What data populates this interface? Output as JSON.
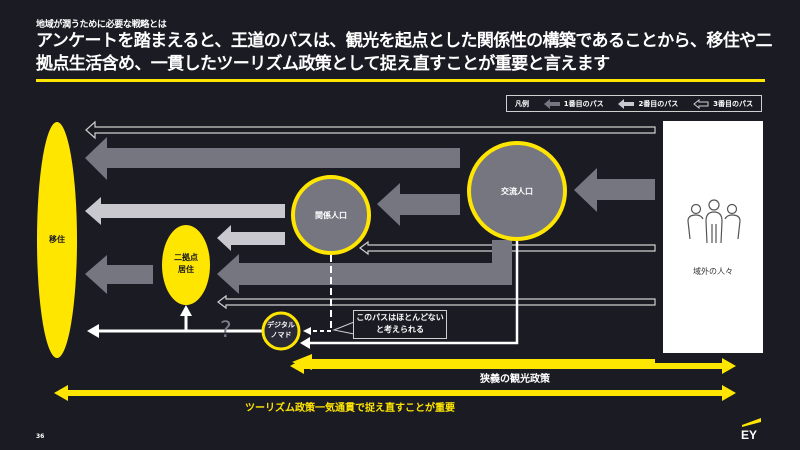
{
  "header": {
    "subtitle": "地域が潤うために必要な戦略とは",
    "headline": "アンケートを踏まえると、王道のパスは、観光を起点とした関係性の構築であることから、移住や二拠点生活含め、一貫したツーリズム政策として捉え直すことが重要と言えます"
  },
  "legend": {
    "title": "凡例",
    "items": [
      {
        "label": "1番目のパス",
        "style": "dark-gray-filled"
      },
      {
        "label": "2番目のパス",
        "style": "light-gray-filled"
      },
      {
        "label": "3番目のパス",
        "style": "outline"
      }
    ]
  },
  "nodes": {
    "migration": "移住",
    "dual_residence_line1": "二拠点",
    "dual_residence_line2": "居住",
    "related_population": "関係人口",
    "exchange_population": "交流人口",
    "digital_nomad_line1": "デジタル",
    "digital_nomad_line2": "ノマド",
    "outside_people": "域外の人々"
  },
  "callout": {
    "line1": "このパスはほとんどない",
    "line2": "と考えられる"
  },
  "unknown_mark": "?",
  "spans": {
    "narrow": "狭義の観光政策",
    "wide": "ツーリズム政策一気通貫で捉え直すことが重要"
  },
  "footer": {
    "page_number": "36",
    "logo": "EY"
  },
  "colors": {
    "background": "#1b1b24",
    "accent_yellow": "#ffe600",
    "path1_gray": "#767680",
    "path2_light": "#c8c8ce",
    "outline": "#cfcfcf"
  }
}
